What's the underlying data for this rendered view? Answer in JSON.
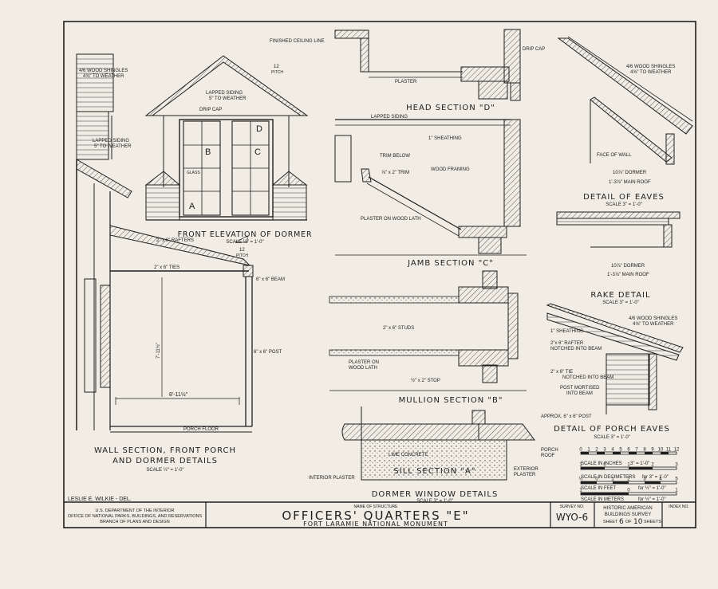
{
  "sheet": {
    "delineator": "LESLIE E. WILKIE - DEL.",
    "agency": [
      "U.S. DEPARTMENT OF THE INTERIOR",
      "OFFICE OF NATIONAL PARKS, BUILDINGS, AND RESERVATIONS",
      "BRANCH OF PLANS AND DESIGN"
    ],
    "name_of_structure_label": "NAME OF STRUCTURE",
    "title": "OFFICERS' QUARTERS \"E\"",
    "subtitle": "FORT LARAMIE NATIONAL MONUMENT",
    "survey_no_label": "SURVEY NO.",
    "survey_no": "WYO-6",
    "habs": "HISTORIC AMERICAN BUILDINGS SURVEY",
    "sheet_word": "SHEET",
    "sheet_of": "OF",
    "sheet_num": "6",
    "sheet_total": "10",
    "sheets_word": "SHEETS",
    "index_label": "INDEX NO."
  },
  "views": {
    "front_elevation": {
      "title": "FRONT ELEVATION OF DORMER",
      "scale": "SCALE ½\" = 1'-0\""
    },
    "wall_section": {
      "title_lines": [
        "WALL SECTION, FRONT PORCH",
        "AND DORMER DETAILS"
      ],
      "scale": "SCALE ½\" = 1'-0\""
    },
    "head_section": {
      "title": "HEAD SECTION \"D\""
    },
    "jamb_section": {
      "title": "JAMB SECTION \"C\""
    },
    "mullion_section": {
      "title": "MULLION SECTION \"B\""
    },
    "sill_section": {
      "title": "SILL SECTION \"A\""
    },
    "dormer_window_details": {
      "title": "DORMER WINDOW DETAILS",
      "scale": "SCALE 3\" = 1'-0\""
    },
    "detail_eaves": {
      "title": "DETAIL OF EAVES",
      "scale": "SCALE 3\" = 1'-0\""
    },
    "rake_detail": {
      "title": "RAKE DETAIL",
      "scale": "SCALE 3\" = 1'-0\""
    },
    "porch_eaves": {
      "title": "DETAIL OF PORCH EAVES",
      "scale": "SCALE 3\" = 1'-0\""
    }
  },
  "labels": {
    "finished_ceiling": "FINISHED CEILING LINE",
    "drip_cap": "DRIP CAP",
    "plaster": "PLASTER",
    "lapped_siding": "LAPPED SIDING",
    "sheathing": "1\" SHEATHING",
    "trim_below": "TRIM BELOW",
    "trim": "⅞\" x 2\" TRIM",
    "wood_framing": "WOOD FRAMING",
    "plaster_lath": "PLASTER ON WOOD LATH",
    "studs": "2\" x 6\" STUDS",
    "plaster_on": "PLASTER ON",
    "wood_lath": "WOOD LATH",
    "stop": "½\" x 2\" STOP",
    "lime_concrete": "LIME CONCRETE",
    "interior_plaster": "INTERIOR PLASTER",
    "exterior_plaster": [
      "EXTERIOR",
      "PLASTER"
    ],
    "porch_roof": [
      "PORCH",
      "ROOF"
    ],
    "shingles": [
      "4/6 WOOD SHINGLES",
      "4⅝\" TO WEATHER"
    ],
    "face_of_wall": "FACE OF WALL",
    "dormer": "10⅞\" DORMER",
    "main_roof": "1'-3⅞\" MAIN ROOF",
    "rafter_notched": [
      "2\"x 6\" RAFTER",
      "NOTCHED INTO BEAM"
    ],
    "tie_notched": [
      "2\" x 6\" TIE",
      "NOTCHED INTO BEAM"
    ],
    "post_mortised": [
      "POST MORTISED",
      "INTO BEAM"
    ],
    "approx_post": "APPROX. 6\" x 6\" POST",
    "wall_shingles": [
      "4/6 WOOD SHINGLES",
      "4⅝\" TO WEATHER"
    ],
    "wall_siding": [
      "LAPPED SIDING",
      "5\" TO WEATHER"
    ],
    "rafters": "2\" x 6\" RAFTERS",
    "ties": "2\" x 6\" TIES",
    "beam": "6\" x 6\" BEAM",
    "post": "6\" x 6\" POST",
    "porch_floor": "PORCH FLOOR",
    "porch_width": "8'-11½\"",
    "porch_height": "7'-11½\"",
    "pitch": "PITCH",
    "pitch_num": "12",
    "elev_siding": [
      "LAPPED SIDING",
      "5\" TO WEATHER"
    ],
    "elev_drip": "DRIP CAP",
    "glass": "GLASS",
    "letters": [
      "A",
      "B",
      "C",
      "D"
    ]
  },
  "scales": {
    "inches": {
      "label": "SCALE IN INCHES",
      "suffix": "3\" = 1'-0\"",
      "ticks": [
        "0",
        "1",
        "2",
        "3",
        "4",
        "5",
        "6",
        "7",
        "8",
        "9",
        "10",
        "11",
        "12"
      ]
    },
    "decimeters": {
      "label": "SCALE IN DECIMETERS",
      "suffix": "for 3\" = 1'-0\"",
      "ticks": [
        "1",
        "0",
        "1",
        "2",
        "3"
      ]
    },
    "feet": {
      "label": "SCALE IN FEET",
      "suffix": "for ½\" = 1'-0\"",
      "ticks": [
        "½",
        "0",
        "1",
        "2",
        "3",
        "4",
        "5"
      ]
    },
    "meters": {
      "label": "SCALE IN METERS",
      "suffix": "for ½\" = 1'-0\"",
      "ticks": [
        "1",
        "0",
        "1"
      ]
    }
  }
}
